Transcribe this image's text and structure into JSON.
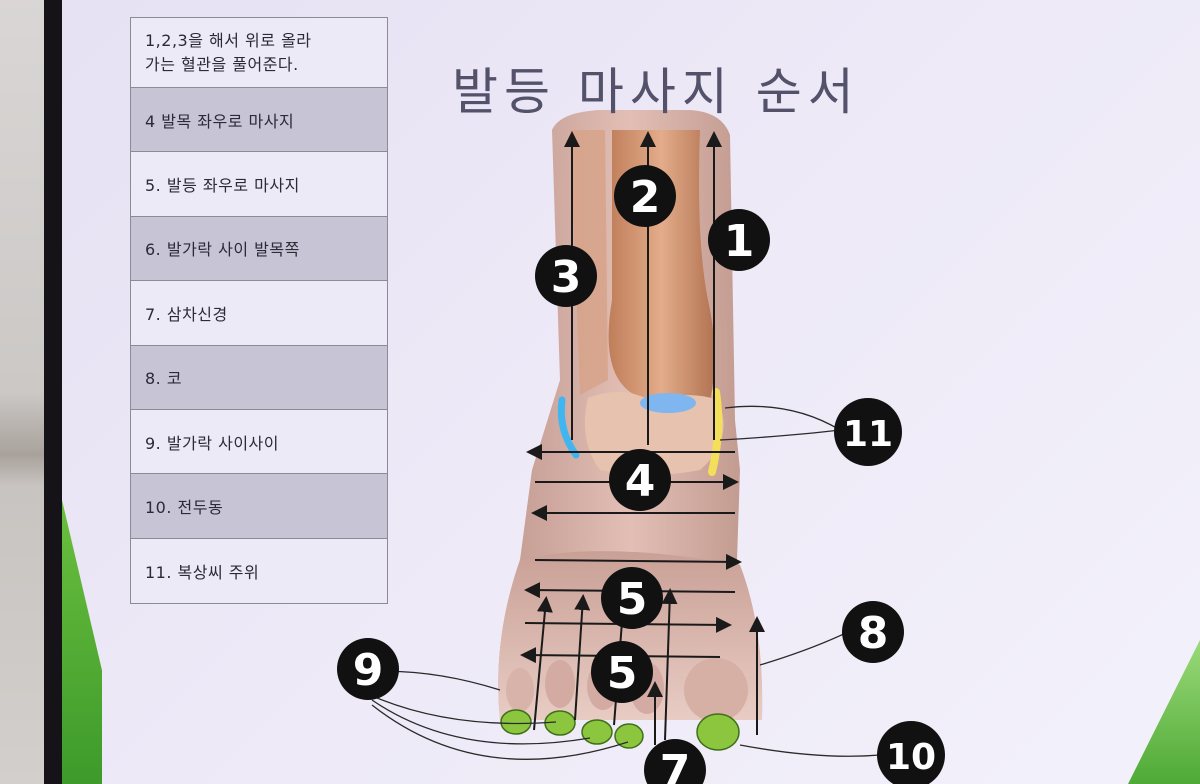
{
  "title": "발등 마사지 순서",
  "steps": [
    "1,2,3을 해서 위로 올라\n가는 혈관을 풀어준다.",
    "4 발목 좌우로  마사지",
    "5. 발등 좌우로 마사지",
    "6. 발가락 사이 발목쪽",
    "7. 삼차신경",
    "8. 코",
    "9. 발가락 사이사이",
    "10. 전두동",
    "11. 복상씨 주위"
  ],
  "markers": {
    "m1": "1",
    "m2": "2",
    "m3": "3",
    "m4": "4",
    "m5a": "5",
    "m5b": "5",
    "m7": "7",
    "m8": "8",
    "m9": "9",
    "m10": "10",
    "m11": "11"
  },
  "colors": {
    "screen": "#ebe7f6",
    "table_dark": "#c7c4d6",
    "table_light": "#eceaf6",
    "marker": "#111111",
    "reflex_green": "#8cc63f",
    "skin": "#d8a99a"
  }
}
